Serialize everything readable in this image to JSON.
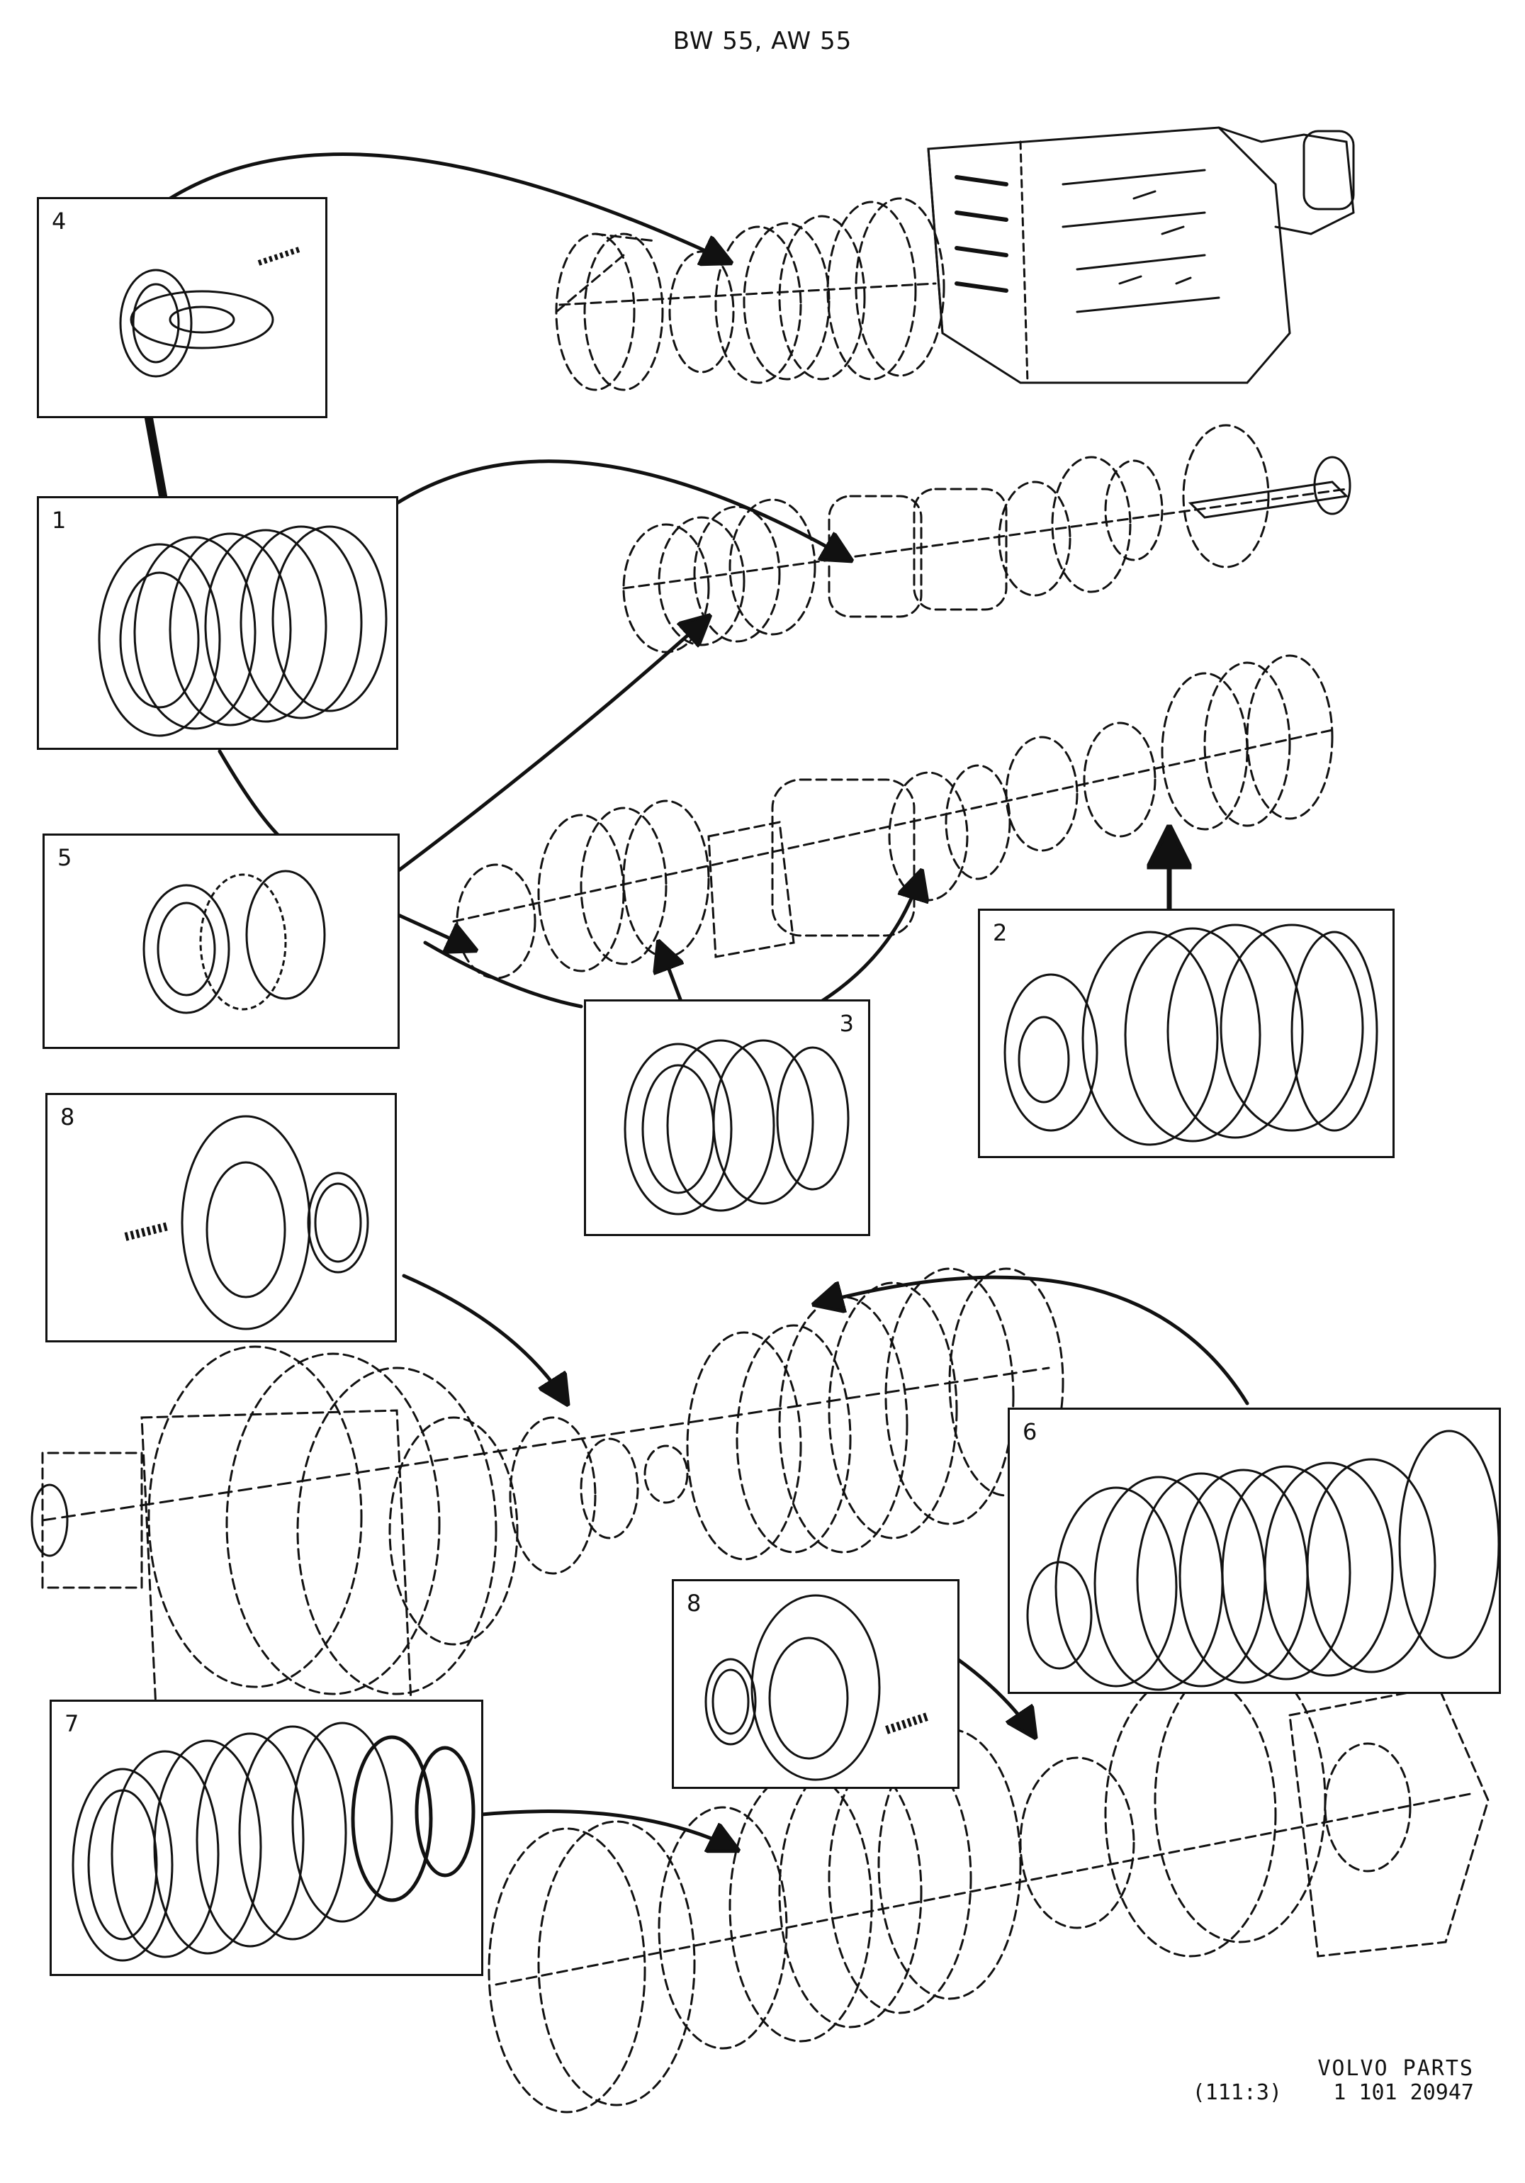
{
  "header": {
    "title": "BW 55, AW 55"
  },
  "callouts": {
    "c4": "4",
    "c1": "1",
    "c5": "5",
    "c3": "3",
    "c2": "2",
    "c8a": "8",
    "c6": "6",
    "c8b": "8",
    "c7": "7"
  },
  "footer": {
    "brand": "VOLVO PARTS",
    "group_code": "(111:3)",
    "part_number": "1  101  20947"
  }
}
